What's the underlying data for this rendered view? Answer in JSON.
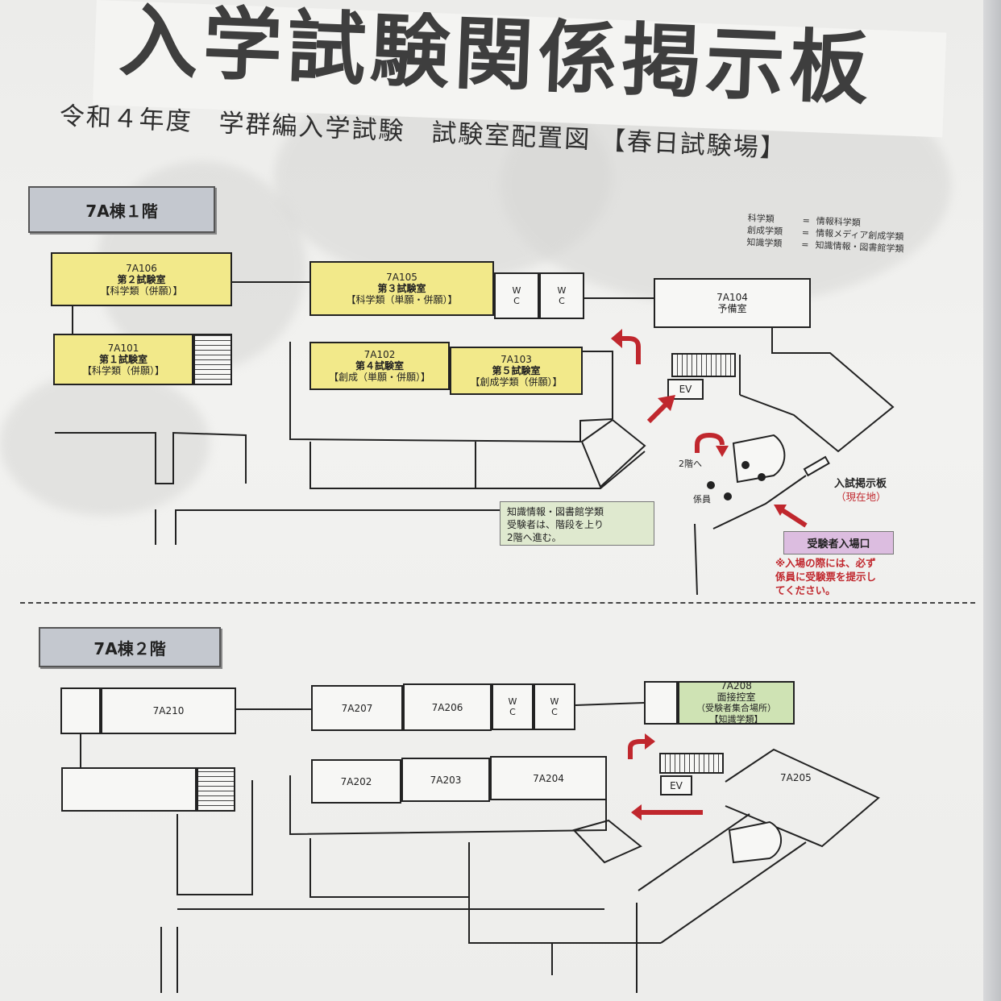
{
  "banner": {
    "title": "入学試験関係掲示板"
  },
  "subtitle": "令和４年度　学群編入学試験　試験室配置図 【春日試験場】",
  "legend": [
    {
      "abbr": "科学類",
      "eq": "=",
      "full": "情報科学類"
    },
    {
      "abbr": "創成学類",
      "eq": "=",
      "full": "情報メディア創成学類"
    },
    {
      "abbr": "知識学類",
      "eq": "=",
      "full": "知識情報・図書館学類"
    }
  ],
  "floor1": {
    "label": "7A棟１階",
    "rooms": {
      "r106": [
        "7A106",
        "第２試験室",
        "【科学類（併願）】"
      ],
      "r105": [
        "7A105",
        "第３試験室",
        "【科学類（単願・併願）】"
      ],
      "r104": [
        "7A104",
        "予備室"
      ],
      "r101": [
        "7A101",
        "第１試験室",
        "【科学類（併願）】"
      ],
      "r102": [
        "7A102",
        "第４試験室",
        "【創成（単願・併願）】"
      ],
      "r103": [
        "7A103",
        "第５試験室",
        "【創成学類（併願）】"
      ]
    },
    "wc": [
      "W",
      "C"
    ],
    "ev": "EV",
    "upstairs": "2階へ",
    "staff": "係員",
    "note": [
      "知識情報・図書館学類",
      "受験者は、階段を上り",
      "2階へ進む。"
    ],
    "board_label": "入試掲示板",
    "here": "（現在地）",
    "entrance": "受験者入場口",
    "warning": [
      "※入場の際には、必ず",
      "係員に受験票を提示し",
      "てください。"
    ]
  },
  "floor2": {
    "label": "7A棟２階",
    "rooms": {
      "r210": "7A210",
      "r207": "7A207",
      "r206": "7A206",
      "r208": [
        "7A208",
        "面接控室",
        "（受験者集合場所）",
        "【知識学類】"
      ],
      "r202": "7A202",
      "r203": "7A203",
      "r204": "7A204",
      "r205": "7A205"
    },
    "wc": [
      "W",
      "C"
    ],
    "ev": "EV"
  },
  "colors": {
    "exam_room": "#f2e98a",
    "waiting_room": "#cfe3b4",
    "arrow": "#c0272d",
    "entrance": "#dcbde0"
  }
}
